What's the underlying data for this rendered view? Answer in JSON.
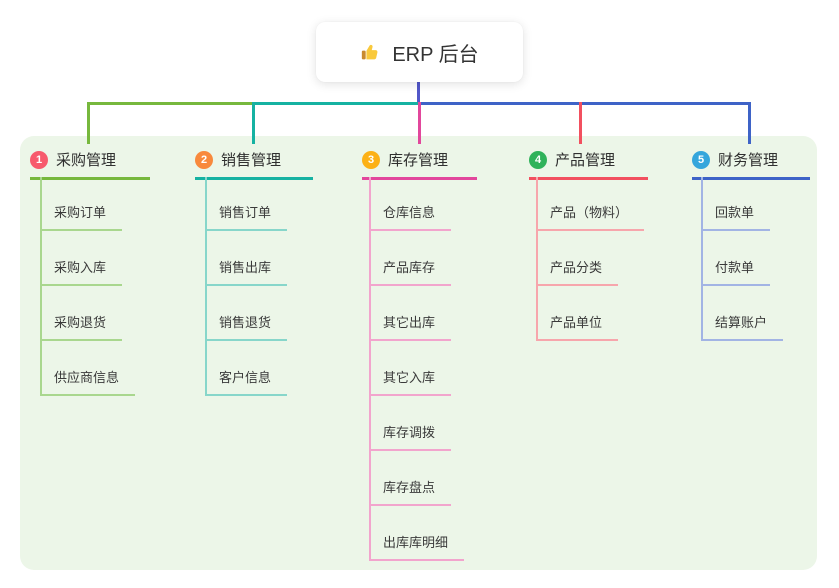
{
  "canvas": {
    "panel_bg": "#ECF6E8",
    "page_bg": "#FFFFFF"
  },
  "root": {
    "label": "ERP 后台",
    "icon": "thumbs-up-icon",
    "line_color": "#5257C9"
  },
  "branches": [
    {
      "number": "1",
      "label": "采购管理",
      "badge_color": "#F75A6C",
      "line_color": "#77B83D",
      "child_line_color": "#A9D78E",
      "children": [
        "采购订单",
        "采购入库",
        "采购退货",
        "供应商信息"
      ]
    },
    {
      "number": "2",
      "label": "销售管理",
      "badge_color": "#F8893C",
      "line_color": "#16B2A2",
      "child_line_color": "#87D6CA",
      "children": [
        "销售订单",
        "销售出库",
        "销售退货",
        "客户信息"
      ]
    },
    {
      "number": "3",
      "label": "库存管理",
      "badge_color": "#FCB116",
      "line_color": "#E2479C",
      "child_line_color": "#F2A5CD",
      "children": [
        "仓库信息",
        "产品库存",
        "其它出库",
        "其它入库",
        "库存调拨",
        "库存盘点",
        "出库库明细"
      ]
    },
    {
      "number": "4",
      "label": "产品管理",
      "badge_color": "#2FB25A",
      "line_color": "#F2505F",
      "child_line_color": "#F7A6AC",
      "children": [
        "产品（物料）",
        "产品分类",
        "产品单位"
      ]
    },
    {
      "number": "5",
      "label": "财务管理",
      "badge_color": "#35A6DC",
      "line_color": "#3E63C7",
      "child_line_color": "#A2B4E4",
      "children": [
        "回款单",
        "付款单",
        "结算账户"
      ]
    }
  ]
}
